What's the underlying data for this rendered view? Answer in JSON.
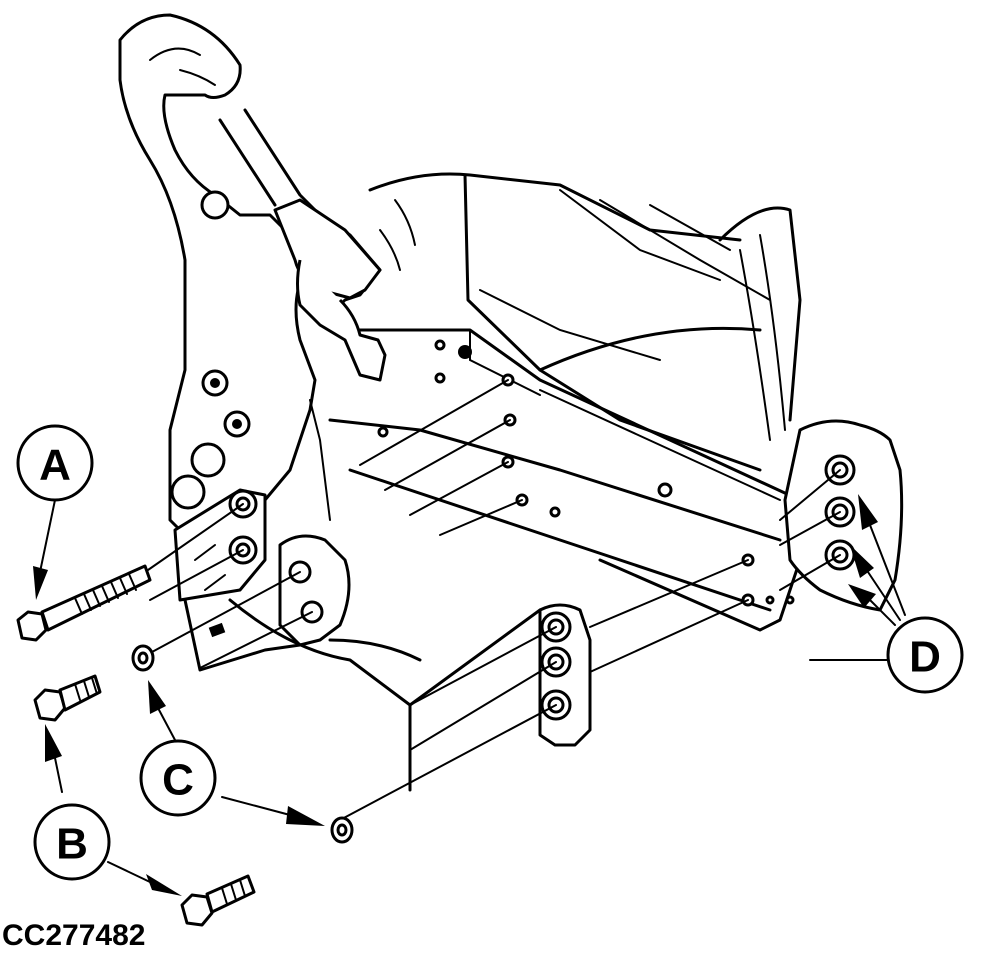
{
  "figure": {
    "id": "CC277482",
    "callouts": [
      {
        "key": "a",
        "label": "A"
      },
      {
        "key": "b",
        "label": "B"
      },
      {
        "key": "c",
        "label": "C"
      },
      {
        "key": "d",
        "label": "D"
      }
    ]
  }
}
